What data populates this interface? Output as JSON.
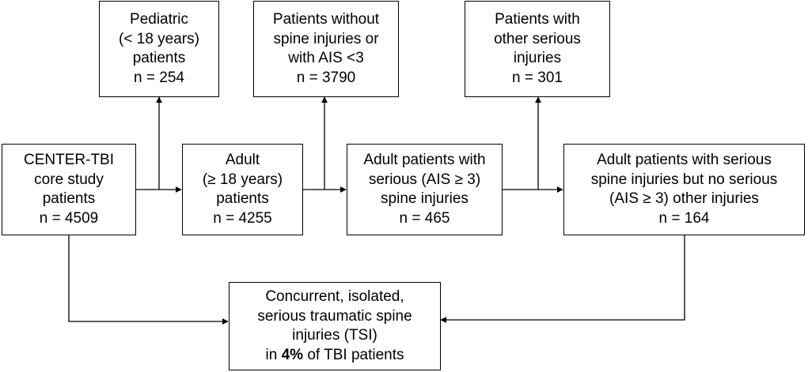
{
  "boxes": {
    "pediatric": [
      "Pediatric",
      "(< 18 years)",
      "patients",
      "n = 254"
    ],
    "no_spine": [
      "Patients without",
      "spine injuries or",
      "with AIS <3",
      "n = 3790"
    ],
    "other_serious": [
      "Patients with",
      "other serious",
      "injuries",
      "n = 301"
    ],
    "center_tbi": [
      "CENTER-TBI",
      "core study",
      "patients",
      "n = 4509"
    ],
    "adult": [
      "Adult",
      "(≥ 18 years)",
      "patients",
      "n = 4255"
    ],
    "adult_serious_spine": [
      "Adult patients with",
      "serious (AIS ≥ 3)",
      "spine injuries",
      "n = 465"
    ],
    "adult_spine_only": [
      "Adult patients with serious",
      "spine injuries but no serious",
      "(AIS ≥ 3) other injuries",
      "n = 164"
    ],
    "result": {
      "lines": [
        "Concurrent, isolated,",
        "serious traumatic spine",
        "injuries (TSI)"
      ],
      "last_prefix": "in ",
      "last_bold": "4%",
      "last_suffix": " of TBI patients"
    }
  }
}
